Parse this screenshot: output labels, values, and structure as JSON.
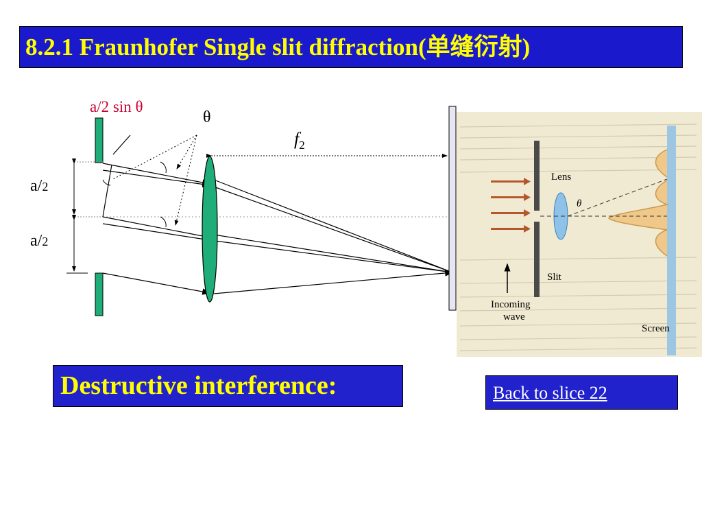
{
  "title": "8.2.1 Fraunhofer Single slit diffraction(单缝衍射)",
  "diagram": {
    "label_half_sin": "a/2 sin θ",
    "label_theta": "θ",
    "label_f": "f",
    "label_f_sub": "2",
    "label_a_prefix": "a/",
    "label_a_sub": "2"
  },
  "photo": {
    "lens": "Lens",
    "theta": "θ",
    "slit": "Slit",
    "incoming_line1": "Incoming",
    "incoming_line2": "wave",
    "screen": "Screen"
  },
  "box": {
    "text": "Destructive interference:"
  },
  "link": {
    "text": "Back to slice 22"
  },
  "colors": {
    "title_bg": "#1a1acc",
    "title_text": "#ffff00",
    "slit_green": "#1fae7a",
    "red_label": "#cc0033"
  }
}
